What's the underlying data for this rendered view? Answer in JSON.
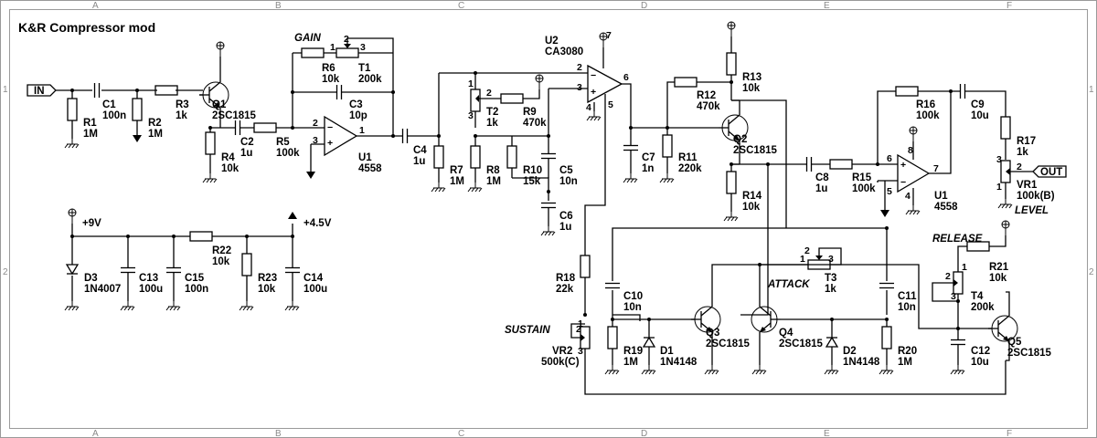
{
  "title": "K&R Compressor mod",
  "grid": {
    "columns": [
      "A",
      "B",
      "C",
      "D",
      "E",
      "F"
    ],
    "rows": [
      "1",
      "2"
    ]
  },
  "ports": {
    "in": "IN",
    "out": "OUT"
  },
  "supplies": {
    "v9": "+9V",
    "v45": "+4.5V"
  },
  "function_labels": {
    "gain": "GAIN",
    "sustain": "SUSTAIN",
    "attack": "ATTACK",
    "release": "RELEASE",
    "level": "LEVEL"
  },
  "components": [
    {
      "ref": "C1",
      "value": "100n"
    },
    {
      "ref": "R1",
      "value": "1M"
    },
    {
      "ref": "R2",
      "value": "1M"
    },
    {
      "ref": "R3",
      "value": "1k"
    },
    {
      "ref": "Q1",
      "value": "2SC1815"
    },
    {
      "ref": "R4",
      "value": "10k"
    },
    {
      "ref": "C2",
      "value": "1u"
    },
    {
      "ref": "R5",
      "value": "100k"
    },
    {
      "ref": "R6",
      "value": "10k"
    },
    {
      "ref": "T1",
      "value": "200k"
    },
    {
      "ref": "C3",
      "value": "10p"
    },
    {
      "ref": "U1",
      "value": "4558"
    },
    {
      "ref": "C4",
      "value": "1u"
    },
    {
      "ref": "R7",
      "value": "1M"
    },
    {
      "ref": "T2",
      "value": "1k"
    },
    {
      "ref": "R9",
      "value": "470k"
    },
    {
      "ref": "R8",
      "value": "1M"
    },
    {
      "ref": "R10",
      "value": "15k"
    },
    {
      "ref": "C5",
      "value": "10n"
    },
    {
      "ref": "C6",
      "value": "1u"
    },
    {
      "ref": "U2",
      "value": "CA3080"
    },
    {
      "ref": "C7",
      "value": "1n"
    },
    {
      "ref": "R11",
      "value": "220k"
    },
    {
      "ref": "R12",
      "value": "470k"
    },
    {
      "ref": "R13",
      "value": "10k"
    },
    {
      "ref": "Q2",
      "value": "2SC1815"
    },
    {
      "ref": "R14",
      "value": "10k"
    },
    {
      "ref": "C8",
      "value": "1u"
    },
    {
      "ref": "R15",
      "value": "100k"
    },
    {
      "ref": "U1",
      "value": "4558"
    },
    {
      "ref": "R16",
      "value": "100k"
    },
    {
      "ref": "C9",
      "value": "10u"
    },
    {
      "ref": "R17",
      "value": "1k"
    },
    {
      "ref": "VR1",
      "value": "100k(B)"
    },
    {
      "ref": "D3",
      "value": "1N4007"
    },
    {
      "ref": "C13",
      "value": "100u"
    },
    {
      "ref": "C15",
      "value": "100n"
    },
    {
      "ref": "R22",
      "value": "10k"
    },
    {
      "ref": "R23",
      "value": "10k"
    },
    {
      "ref": "C14",
      "value": "100u"
    },
    {
      "ref": "R18",
      "value": "22k"
    },
    {
      "ref": "VR2",
      "value": "500k(C)"
    },
    {
      "ref": "C10",
      "value": "10n"
    },
    {
      "ref": "R19",
      "value": "1M"
    },
    {
      "ref": "D1",
      "value": "1N4148"
    },
    {
      "ref": "Q3",
      "value": "2SC1815"
    },
    {
      "ref": "T3",
      "value": "1k"
    },
    {
      "ref": "Q4",
      "value": "2SC1815"
    },
    {
      "ref": "D2",
      "value": "1N4148"
    },
    {
      "ref": "C11",
      "value": "10n"
    },
    {
      "ref": "R20",
      "value": "1M"
    },
    {
      "ref": "R21",
      "value": "10k"
    },
    {
      "ref": "T4",
      "value": "200k"
    },
    {
      "ref": "C12",
      "value": "10u"
    },
    {
      "ref": "Q5",
      "value": "2SC1815"
    }
  ]
}
